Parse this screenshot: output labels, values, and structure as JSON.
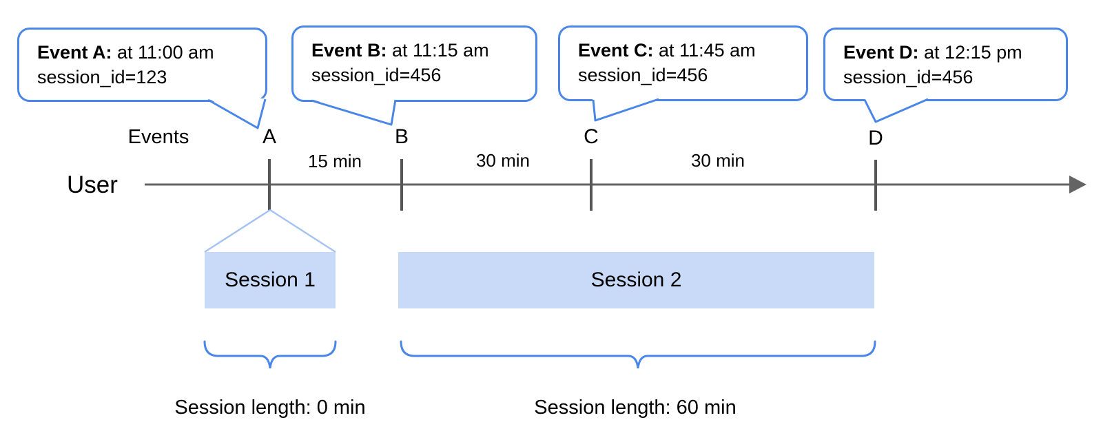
{
  "labels": {
    "events": "Events",
    "user": "User"
  },
  "events": [
    {
      "marker": "A",
      "title": "Event A:",
      "time_text": " at 11:00 am",
      "session_text": "session_id=123"
    },
    {
      "marker": "B",
      "title": "Event B:",
      "time_text": " at 11:15 am",
      "session_text": "session_id=456"
    },
    {
      "marker": "C",
      "title": "Event C:",
      "time_text": " at 11:45 am",
      "session_text": "session_id=456"
    },
    {
      "marker": "D",
      "title": "Event D:",
      "time_text": " at 12:15 pm",
      "session_text": "session_id=456"
    }
  ],
  "intervals": [
    "15 min",
    "30 min",
    "30 min"
  ],
  "sessions": [
    {
      "label": "Session 1",
      "length_label": "Session length: 0 min"
    },
    {
      "label": "Session 2",
      "length_label": "Session length: 60 min"
    }
  ],
  "colors": {
    "callout_border": "#4a86e8",
    "brace": "#4a86e8",
    "funnel_lines": "#a4c2f4",
    "session_fill": "#c9daf8",
    "timeline": "#646464",
    "text": "#000000"
  }
}
